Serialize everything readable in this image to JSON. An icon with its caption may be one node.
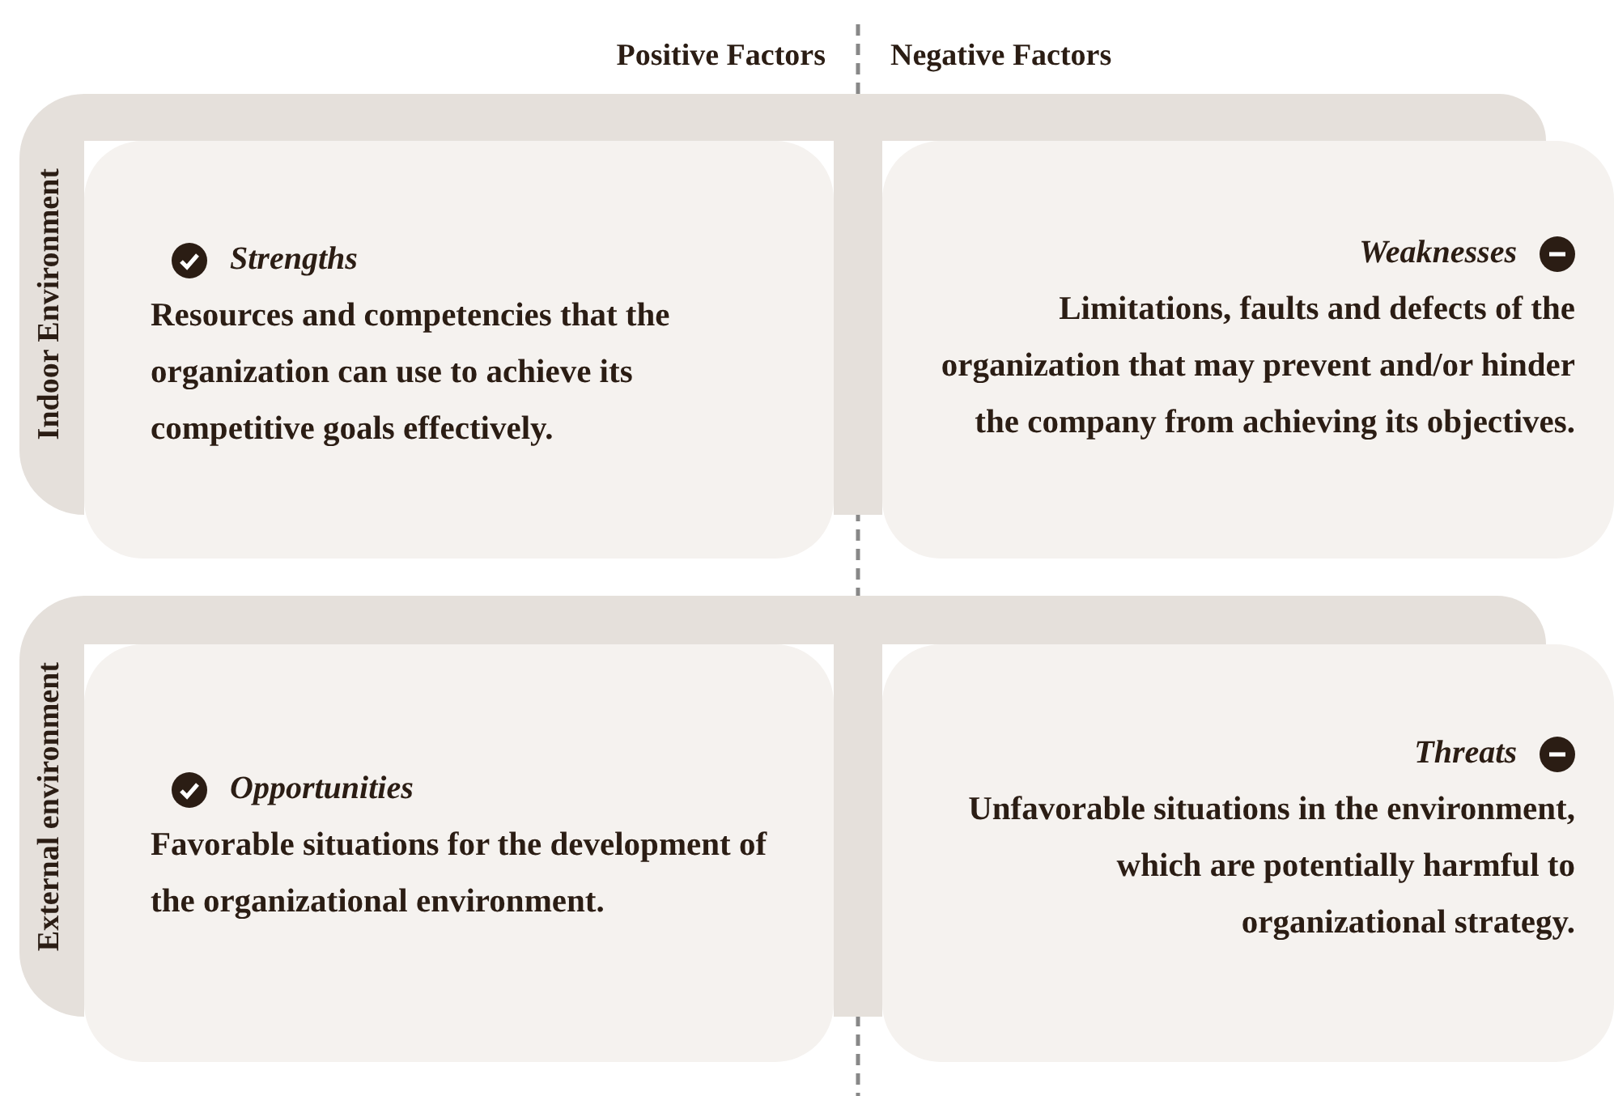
{
  "diagram": {
    "nodes": [
      {
        "text": [
          "Indoor Environment"
        ]
      },
      {
        "text": [
          "Strengths",
          "Resources and competencies that the organization can use to achieve its competitive goals effectively."
        ]
      },
      {
        "text": [
          "Weaknesses",
          "Limitations, faults and defects of the organization that may prevent and/or hinder the company from achieving its objectives."
        ]
      },
      {
        "text": [
          "External environment"
        ]
      },
      {
        "text": [
          "Opportunities",
          "Favorable situations for the development of the organizational environment."
        ]
      },
      {
        "text": [
          "Threats",
          "Unfavorable situations in the environment, which are potentially harmful to organizational strategy."
        ]
      }
    ],
    "labels": [
      "Positive Factors",
      "Negative Factors"
    ]
  }
}
